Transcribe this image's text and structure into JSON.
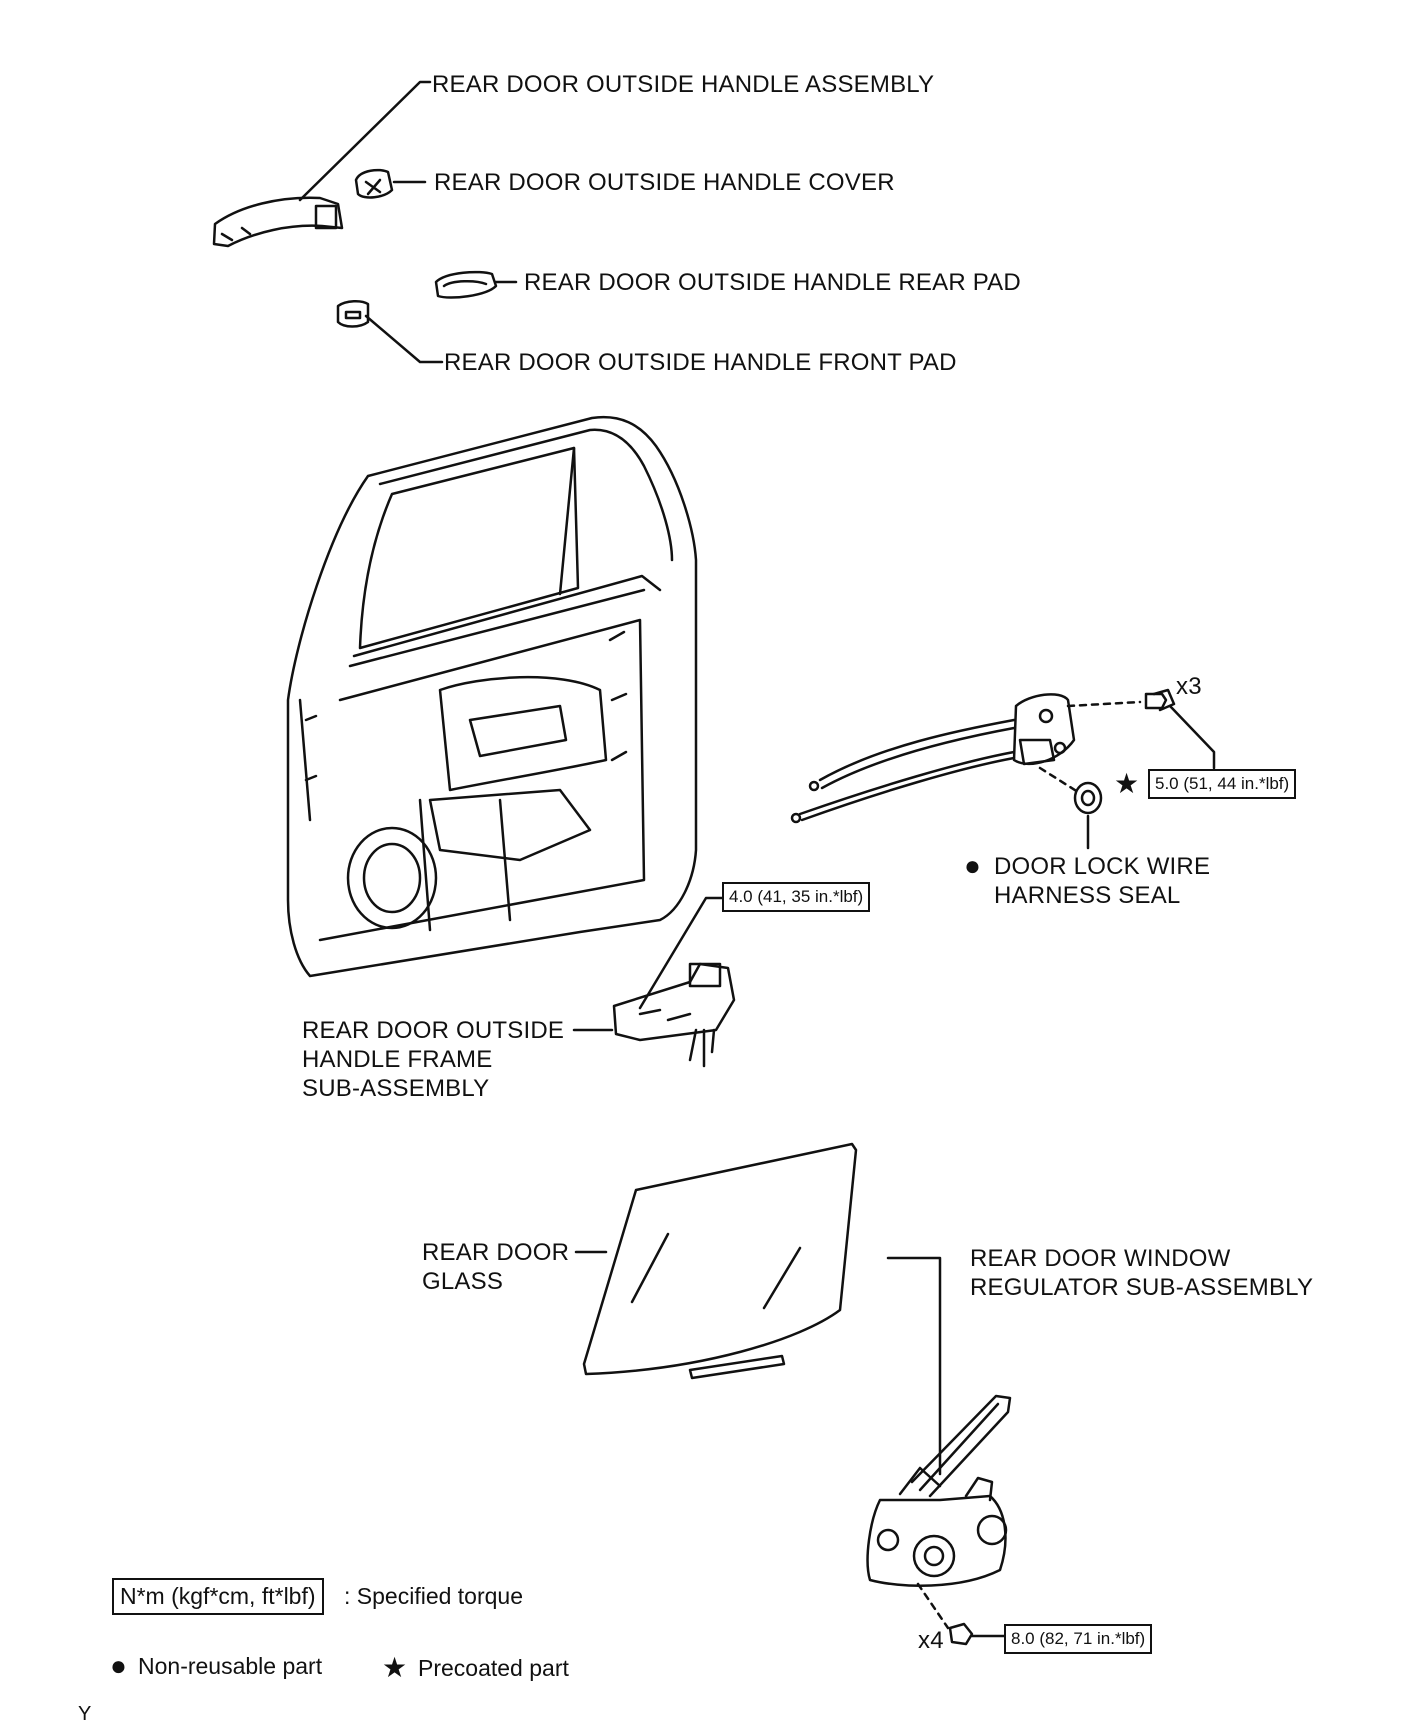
{
  "labels": {
    "outside_handle_assembly": "REAR DOOR OUTSIDE HANDLE ASSEMBLY",
    "outside_handle_cover": "REAR DOOR OUTSIDE HANDLE COVER",
    "outside_handle_rear_pad": "REAR DOOR OUTSIDE HANDLE REAR PAD",
    "outside_handle_front_pad": "REAR DOOR OUTSIDE HANDLE FRONT PAD",
    "door_lock_wire_harness_seal": "DOOR LOCK WIRE\nHARNESS SEAL",
    "outside_handle_frame": "REAR DOOR OUTSIDE\nHANDLE FRAME\nSUB-ASSEMBLY",
    "rear_door_glass": "REAR DOOR\nGLASS",
    "window_regulator": "REAR DOOR WINDOW\nREGULATOR SUB-ASSEMBLY"
  },
  "quantities": {
    "lock_bolts": "x3",
    "regulator_bolts": "x4"
  },
  "torque_specs": {
    "lock_bolt": "5.0 (51, 44 in.*lbf)",
    "frame_bolt": "4.0 (41, 35 in.*lbf)",
    "regulator_bolt": "8.0 (82, 71 in.*lbf)"
  },
  "legend": {
    "torque_box": "N*m (kgf*cm, ft*lbf)",
    "torque_desc": ": Specified torque",
    "non_reusable": "Non-reusable part",
    "precoated": "Precoated part"
  },
  "symbols": {
    "non_reusable": "●",
    "precoated": "★"
  },
  "footer": {
    "code": "Y"
  }
}
